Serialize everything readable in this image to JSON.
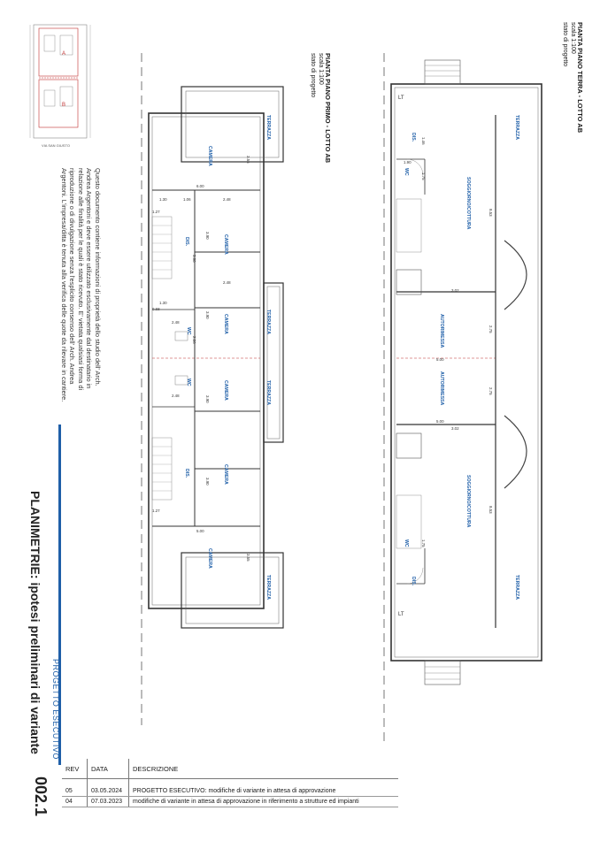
{
  "titles": {
    "ground": {
      "line1": "PIANTA PIANO TERRA - LOTTO AB",
      "line2": "scala 1:100",
      "line3": "stato di progetto"
    },
    "first": {
      "line1": "PIANTA PIANO PRIMO - LOTTO AB",
      "line2": "scala 1:100",
      "line3": "stato di progetto"
    }
  },
  "keyplan": {
    "caption": "VIA SAN GIUSTO",
    "label_a": "A",
    "label_b": "B"
  },
  "disclaimer": [
    "Questo documento contiene informazioni di proprietà dello studio dell' Arch.",
    "Andrea Argentoni e deve essere utilizzato esclusivamente dal destinatario in",
    "relazione alle finalità per le quali è stato ricevuto. E' vietata qualsiasi forma di",
    "riproduzione o di divulgazione senza l'esplicito consenso dell' Arch. Andrea",
    "Argentoni. L'impresa/ditta è tenuta alla verifica delle quote da rilevare in cantiere."
  ],
  "project": {
    "phase": "PROGETTO ESECUTIVO",
    "title": "PLANIMETRIE: ipotesi preliminari di variante",
    "code": "002.1"
  },
  "revisions": {
    "headers": {
      "rev": "REV",
      "date": "DATA",
      "desc": "DESCRIZIONE"
    },
    "rows": [
      {
        "rev": "05",
        "date": "03.05.2024",
        "desc": "PROGETTO ESECUTIVO: modifiche di variante in attesa di approvazione"
      },
      {
        "rev": "04",
        "date": "07.03.2023",
        "desc": "modifiche di variante in attesa di approvazione in riferimento a strutture ed impianti"
      }
    ]
  },
  "ground_plan": {
    "rooms": {
      "terrazza_top": "TERRAZZA",
      "terrazza_bottom": "TERRAZZA",
      "soggiorno_top": "SOGGIORNO/COTTURA",
      "soggiorno_bottom": "SOGGIORNO/COTTURA",
      "autorimessa_top": "AUTORIMESSA",
      "autorimessa_bottom": "AUTORIMESSA",
      "dis_top": "DIS.",
      "dis_bottom": "DIS.",
      "wc_top": "WC",
      "wc_bottom": "WC",
      "lt_top": "LT",
      "lt_bottom": "LT"
    },
    "dims": {
      "d1": "8.53",
      "d2": "3.02",
      "d3": "2.75",
      "d4": "5.00",
      "d5": "2.75",
      "d6": "5.00",
      "d7": "3.02",
      "d8": "8.53",
      "d9": "1.90",
      "d10": "1.75",
      "d11": "1.75",
      "d12": "1.46"
    }
  },
  "first_plan": {
    "rooms": {
      "terrazza_1": "TERRAZZA",
      "terrazza_2": "TERRAZZA",
      "terrazza_3": "TERRAZZA",
      "terrazza_4": "TERRAZZA",
      "camera_1": "CAMERA",
      "camera_2": "CAMERA",
      "camera_3": "CAMERA",
      "camera_4": "CAMERA",
      "camera_5": "CAMERA",
      "camera_6": "CAMERA",
      "dis_1": "DIS.",
      "dis_2": "DIS.",
      "wc_1": "WC",
      "wc_2": "WC"
    },
    "dims": {
      "d1": "3.55",
      "d2": "6.00",
      "d3": "1.30",
      "d4": "1.06",
      "d5": "2.48",
      "d6": "3.90",
      "d7": "2.48",
      "d8": "3.90",
      "d9": "1.30",
      "d10": "2.48",
      "d11": "2.48",
      "d12": "3.90",
      "d13": "3.90",
      "d14": "5.00",
      "d15": "3.55",
      "d16": "1.27",
      "d17": "1.27",
      "d18": "5.80",
      "d19": "0.68",
      "d20": "2.06"
    }
  }
}
